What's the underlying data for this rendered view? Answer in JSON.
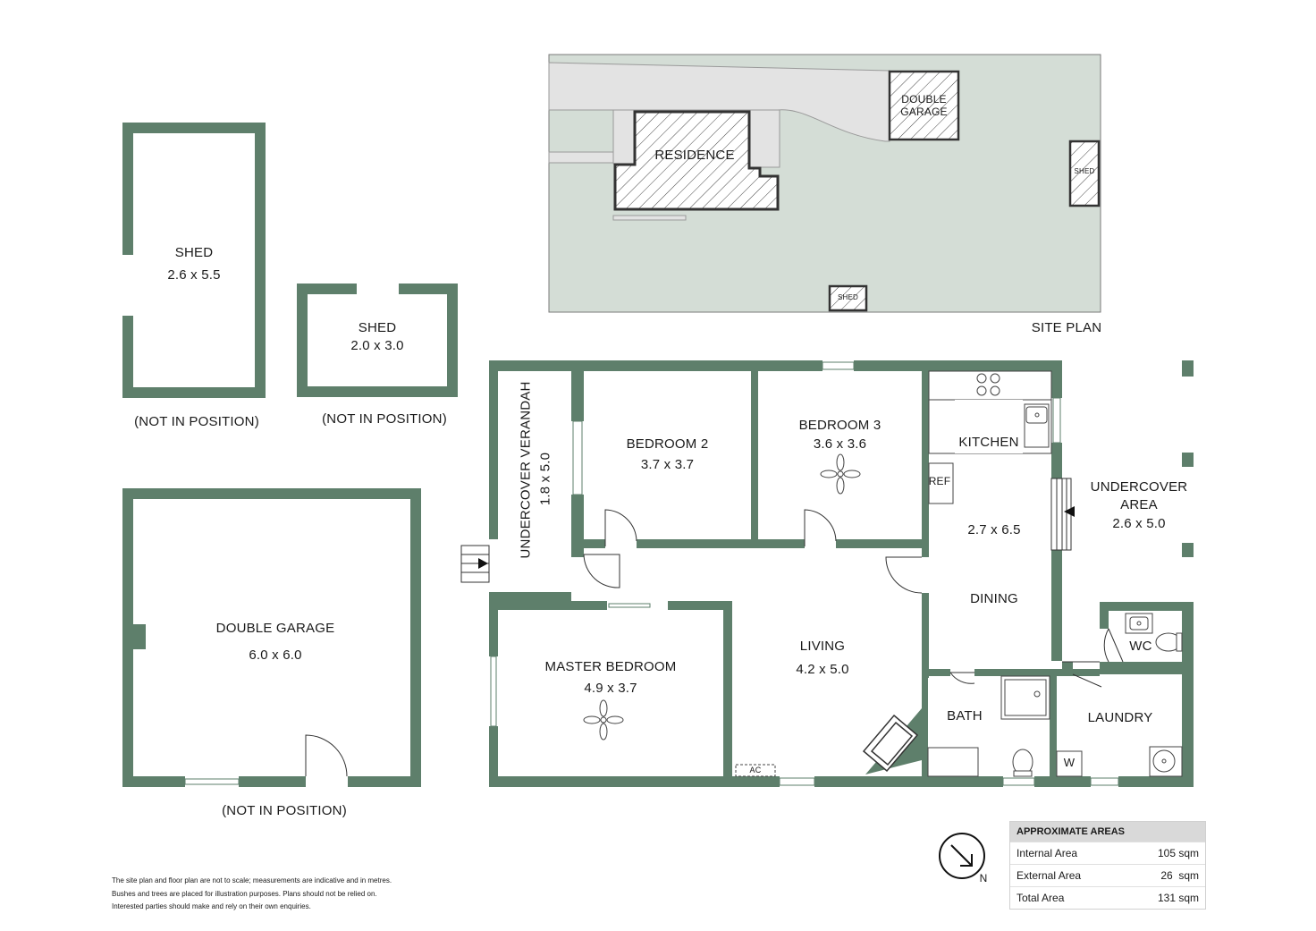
{
  "colors": {
    "wall": "#5e7f6b",
    "site_ground": "#d4ddd6",
    "driveway": "#e0e0e0",
    "text": "#1a1a1a"
  },
  "site_plan": {
    "title": "SITE PLAN",
    "residence": "RESIDENCE",
    "double_garage_line1": "DOUBLE",
    "double_garage_line2": "GARAGE",
    "shed_east": "SHED",
    "shed_south": "SHED"
  },
  "outbuildings": {
    "shed_large": {
      "name": "SHED",
      "size": "2.6 x 5.5",
      "note": "(NOT IN POSITION)"
    },
    "shed_small": {
      "name": "SHED",
      "size": "2.0 x 3.0",
      "note": "(NOT IN POSITION)"
    },
    "garage": {
      "name": "DOUBLE GARAGE",
      "size": "6.0 x 6.0",
      "note": "(NOT IN POSITION)"
    }
  },
  "rooms": {
    "verandah": {
      "name": "UNDERCOVER VERANDAH",
      "size": "1.8 x 5.0"
    },
    "bedroom2": {
      "name": "BEDROOM 2",
      "size": "3.7 x 3.7"
    },
    "bedroom3": {
      "name": "BEDROOM 3",
      "size": "3.6 x 3.6"
    },
    "kitchen": {
      "name": "KITCHEN",
      "size": "2.7 x 6.5"
    },
    "dining": {
      "name": "DINING"
    },
    "undercover_area": {
      "name_line1": "UNDERCOVER",
      "name_line2": "AREA",
      "size": "2.6 x 5.0"
    },
    "master": {
      "name": "MASTER BEDROOM",
      "size": "4.9 x 3.7"
    },
    "living": {
      "name": "LIVING",
      "size": "4.2 x 5.0"
    },
    "bath": {
      "name": "BATH"
    },
    "wc": {
      "name": "WC"
    },
    "laundry": {
      "name": "LAUNDRY"
    }
  },
  "fixtures": {
    "ref": "REF",
    "ac": "AC",
    "washer": "W"
  },
  "compass": {
    "label": "N"
  },
  "areas": {
    "heading": "APPROXIMATE AREAS",
    "rows": [
      {
        "label": "Internal Area",
        "value": "105 sqm"
      },
      {
        "label": "External Area",
        "value": "26  sqm"
      },
      {
        "label": "Total Area",
        "value": "131 sqm"
      }
    ]
  },
  "disclaimer": [
    "The site plan and floor plan are not to scale; measurements are indicative and in metres.",
    "Bushes and trees are placed for illustration purposes. Plans should not be relied on.",
    "Interested parties should make and rely on their own enquiries."
  ]
}
